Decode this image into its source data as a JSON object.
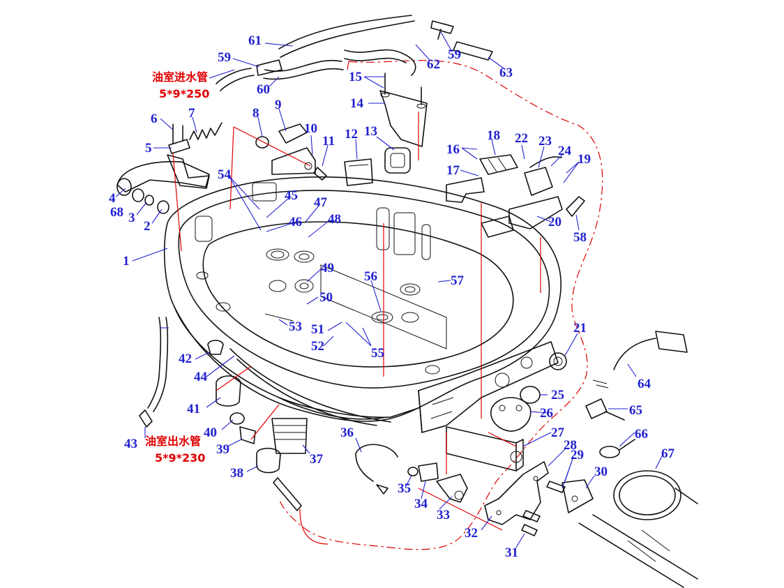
{
  "diagram": {
    "callouts": [
      {
        "id": "c1",
        "label": "1"
      },
      {
        "id": "c2",
        "label": "2"
      },
      {
        "id": "c3",
        "label": "3"
      },
      {
        "id": "c4",
        "label": "4"
      },
      {
        "id": "c5",
        "label": "5"
      },
      {
        "id": "c6",
        "label": "6"
      },
      {
        "id": "c7",
        "label": "7"
      },
      {
        "id": "c8",
        "label": "8"
      },
      {
        "id": "c9",
        "label": "9"
      },
      {
        "id": "c10",
        "label": "10"
      },
      {
        "id": "c11",
        "label": "11"
      },
      {
        "id": "c12",
        "label": "12"
      },
      {
        "id": "c13",
        "label": "13"
      },
      {
        "id": "c14",
        "label": "14"
      },
      {
        "id": "c15",
        "label": "15"
      },
      {
        "id": "c16",
        "label": "16"
      },
      {
        "id": "c17",
        "label": "17"
      },
      {
        "id": "c18",
        "label": "18"
      },
      {
        "id": "c19",
        "label": "19"
      },
      {
        "id": "c20",
        "label": "20"
      },
      {
        "id": "c21",
        "label": "21"
      },
      {
        "id": "c22",
        "label": "22"
      },
      {
        "id": "c23",
        "label": "23"
      },
      {
        "id": "c24",
        "label": "24"
      },
      {
        "id": "c25",
        "label": "25"
      },
      {
        "id": "c26",
        "label": "26"
      },
      {
        "id": "c27",
        "label": "27"
      },
      {
        "id": "c28",
        "label": "28"
      },
      {
        "id": "c29",
        "label": "29"
      },
      {
        "id": "c30",
        "label": "30"
      },
      {
        "id": "c31",
        "label": "31"
      },
      {
        "id": "c32",
        "label": "32"
      },
      {
        "id": "c33",
        "label": "33"
      },
      {
        "id": "c34",
        "label": "34"
      },
      {
        "id": "c35",
        "label": "35"
      },
      {
        "id": "c36",
        "label": "36"
      },
      {
        "id": "c37",
        "label": "37"
      },
      {
        "id": "c38",
        "label": "38"
      },
      {
        "id": "c39",
        "label": "39"
      },
      {
        "id": "c40",
        "label": "40"
      },
      {
        "id": "c41",
        "label": "41"
      },
      {
        "id": "c42",
        "label": "42"
      },
      {
        "id": "c43",
        "label": "43"
      },
      {
        "id": "c44",
        "label": "44"
      },
      {
        "id": "c45",
        "label": "45"
      },
      {
        "id": "c46",
        "label": "46"
      },
      {
        "id": "c47",
        "label": "47"
      },
      {
        "id": "c48",
        "label": "48"
      },
      {
        "id": "c49",
        "label": "49"
      },
      {
        "id": "c50",
        "label": "50"
      },
      {
        "id": "c51",
        "label": "51"
      },
      {
        "id": "c52",
        "label": "52"
      },
      {
        "id": "c53",
        "label": "53"
      },
      {
        "id": "c54",
        "label": "54"
      },
      {
        "id": "c55",
        "label": "55"
      },
      {
        "id": "c56",
        "label": "56"
      },
      {
        "id": "c57",
        "label": "57"
      },
      {
        "id": "c58",
        "label": "58"
      },
      {
        "id": "c59a",
        "label": "59"
      },
      {
        "id": "c59b",
        "label": "59"
      },
      {
        "id": "c60",
        "label": "60"
      },
      {
        "id": "c61",
        "label": "61"
      },
      {
        "id": "c62",
        "label": "62"
      },
      {
        "id": "c63",
        "label": "63"
      },
      {
        "id": "c64",
        "label": "64"
      },
      {
        "id": "c65",
        "label": "65"
      },
      {
        "id": "c66",
        "label": "66"
      },
      {
        "id": "c67",
        "label": "67"
      },
      {
        "id": "c68",
        "label": "68"
      }
    ],
    "notes": {
      "inlet_title": "油室进水管",
      "inlet_spec": "5*9*250",
      "outlet_title": "油室出水管",
      "outlet_spec": "5*9*230"
    },
    "colors": {
      "callout": "#1f1fd0",
      "note": "#e00000",
      "line": "#111111",
      "assembly_dash": "#e00000"
    }
  }
}
